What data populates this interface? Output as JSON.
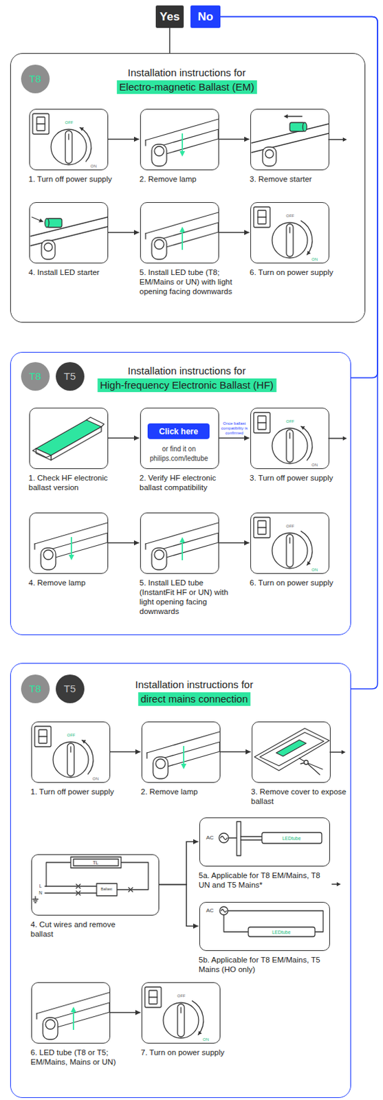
{
  "diagram": {
    "nodes": [
      {
        "text": [
          "Yes"
        ]
      },
      {
        "text": [
          "No"
        ]
      },
      {
        "text": [
          "Installation instructions for",
          "Electro-magnetic Ballast (EM)"
        ]
      },
      {
        "text": [
          "T8"
        ],
        "in": 2
      },
      {
        "text": [
          "1. Turn off power supply"
        ],
        "in": 2
      },
      {
        "text": [
          "2. Remove lamp"
        ],
        "in": 2
      },
      {
        "text": [
          "3. Remove starter"
        ],
        "in": 2
      },
      {
        "text": [
          "4. Install LED starter"
        ],
        "in": 2
      },
      {
        "text": [
          "5. Install LED tube (T8; EM/Mains or UN) with light opening facing downwards"
        ],
        "in": 2
      },
      {
        "text": [
          "6. Turn on power supply"
        ],
        "in": 2
      },
      {
        "text": [
          "Installation instructions for",
          "High-frequency Electronic Ballast (HF)"
        ]
      },
      {
        "text": [
          "T8"
        ],
        "in": 10
      },
      {
        "text": [
          "T5"
        ],
        "in": 10
      },
      {
        "text": [
          "1. Check HF electronic ballast version"
        ],
        "in": 10
      },
      {
        "text": [
          "or find it on philips.com/ledtube",
          "2. Verify HF electronic ballast compatibility"
        ],
        "in": 10
      },
      {
        "text": [
          "Click here"
        ],
        "in": 14
      },
      {
        "text": [
          "3. Turn off power supply"
        ],
        "in": 10
      },
      {
        "text": [
          "4. Remove lamp"
        ],
        "in": 10
      },
      {
        "text": [
          "5. Install LED tube (InstantFit HF or UN) with light opening facing downwards"
        ],
        "in": 10
      },
      {
        "text": [
          "6. Turn on power supply"
        ],
        "in": 10
      },
      {
        "text": [
          "Installation instructions for",
          "direct mains connection"
        ]
      },
      {
        "text": [
          "T8"
        ],
        "in": 20
      },
      {
        "text": [
          "T5"
        ],
        "in": 20
      },
      {
        "text": [
          "1. Turn off power supply"
        ],
        "in": 20
      },
      {
        "text": [
          "2. Remove lamp"
        ],
        "in": 20
      },
      {
        "text": [
          "3. Remove cover to expose ballast"
        ],
        "in": 20
      },
      {
        "text": [
          "4. Cut wires and remove ballast"
        ],
        "in": 20
      },
      {
        "text": [
          "5a. Applicable for T8 EM/Mains, T8 UN and T5 Mains*"
        ],
        "in": 20
      },
      {
        "text": [
          "5b. Applicable for T8 EM/Mains, T5 Mains (HO only)"
        ],
        "in": 20
      },
      {
        "text": [
          "6. LED tube (T8 or T5; EM/Mains, Mains or UN)"
        ],
        "in": 20
      },
      {
        "text": [
          "7. Turn on power supply"
        ],
        "in": 20
      }
    ],
    "edges": [
      {
        "from": 0,
        "to": 2,
        "arrow": "none"
      },
      {
        "from": 1,
        "to": 10,
        "arrow": "none"
      },
      {
        "from": 1,
        "to": 20,
        "arrow": "none"
      },
      {
        "from": 4,
        "to": 5,
        "arrow": "to"
      },
      {
        "from": 5,
        "to": 6,
        "arrow": "to"
      },
      {
        "from": 7,
        "to": 8,
        "arrow": "to"
      },
      {
        "from": 8,
        "to": 9,
        "arrow": "to"
      },
      {
        "from": 13,
        "to": 14,
        "arrow": "to"
      },
      {
        "from": 14,
        "to": 16,
        "label": "Once ballast compatibility is confirmed",
        "arrow": "to"
      },
      {
        "from": 17,
        "to": 18,
        "arrow": "to"
      },
      {
        "from": 18,
        "to": 19,
        "arrow": "to"
      },
      {
        "from": 23,
        "to": 24,
        "arrow": "to"
      },
      {
        "from": 24,
        "to": 25,
        "arrow": "to"
      },
      {
        "from": 26,
        "to": 27,
        "arrow": "to"
      },
      {
        "from": 26,
        "to": 28,
        "arrow": "to"
      },
      {
        "from": 29,
        "to": 30,
        "arrow": "to"
      }
    ],
    "labels": [
      "OFF",
      "ON",
      "OFF",
      "ON",
      "OFF",
      "ON",
      "OFF",
      "ON",
      "OFF",
      "ON",
      "TL",
      "L",
      "N",
      "Ballast",
      "AC",
      "LEDtube",
      "AC",
      "LEDtube",
      "OFF",
      "ON"
    ]
  }
}
